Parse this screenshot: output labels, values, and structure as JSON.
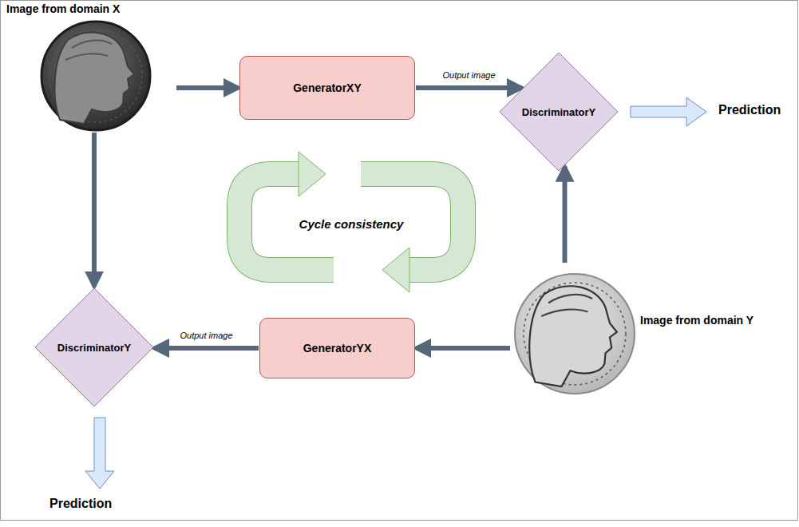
{
  "diagram": {
    "nodes": [
      {
        "text": [
          "Image from domain X"
        ]
      },
      {
        "text": [
          "GeneratorXY"
        ]
      },
      {
        "text": [
          "DiscriminatorY"
        ]
      },
      {
        "text": [
          "Image from domain Y"
        ]
      },
      {
        "text": [
          "DiscriminatorY"
        ]
      },
      {
        "text": [
          "GeneratorYX"
        ]
      }
    ],
    "edges": [
      {
        "from": 0,
        "to": 1,
        "arrow": "to"
      },
      {
        "from": 1,
        "to": 2,
        "label": "Output image",
        "arrow": "to"
      },
      {
        "from": 3,
        "to": 2,
        "arrow": "to"
      },
      {
        "from": 3,
        "to": 5,
        "arrow": "to"
      },
      {
        "from": 5,
        "to": 4,
        "label": "Output image",
        "arrow": "to"
      },
      {
        "from": 0,
        "to": 4,
        "arrow": "to"
      }
    ],
    "labels": [
      "Prediction",
      "Cycle consistency",
      "Prediction"
    ]
  }
}
